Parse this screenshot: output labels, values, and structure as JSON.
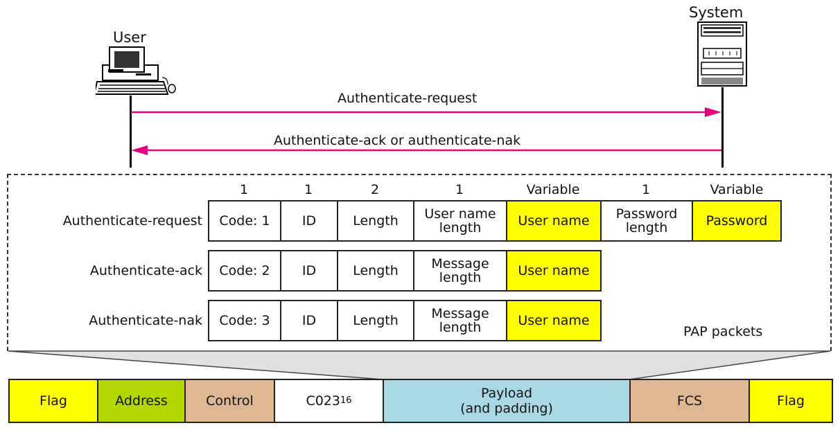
{
  "actors": {
    "user": "User",
    "system": "System"
  },
  "messages": {
    "request": "Authenticate-request",
    "reply": "Authenticate-ack or authenticate-nak"
  },
  "field_sizes": [
    "1",
    "1",
    "2",
    "1",
    "Variable",
    "1",
    "Variable"
  ],
  "packets": [
    {
      "name": "Authenticate-request",
      "fields": [
        "Code: 1",
        "ID",
        "Length",
        "User name length",
        "User name",
        "Password length",
        "Password"
      ]
    },
    {
      "name": "Authenticate-ack",
      "fields": [
        "Code: 2",
        "ID",
        "Length",
        "Message length",
        "User name"
      ]
    },
    {
      "name": "Authenticate-nak",
      "fields": [
        "Code: 3",
        "ID",
        "Length",
        "Message length",
        "User name"
      ]
    }
  ],
  "pap_label": "PAP packets",
  "frame": {
    "flag_start": "Flag",
    "address": "Address",
    "control": "Control",
    "protocol_value": "C023",
    "protocol_subscript": "16",
    "payload_line1": "Payload",
    "payload_line2": "(and padding)",
    "fcs": "FCS",
    "flag_end": "Flag"
  },
  "colors": {
    "arrow": "#e6007e",
    "highlight": "#ffff00",
    "address": "#b5d600",
    "control": "#ddb892",
    "payload": "#a8d8e6",
    "funnel": "#e0e0e0"
  }
}
